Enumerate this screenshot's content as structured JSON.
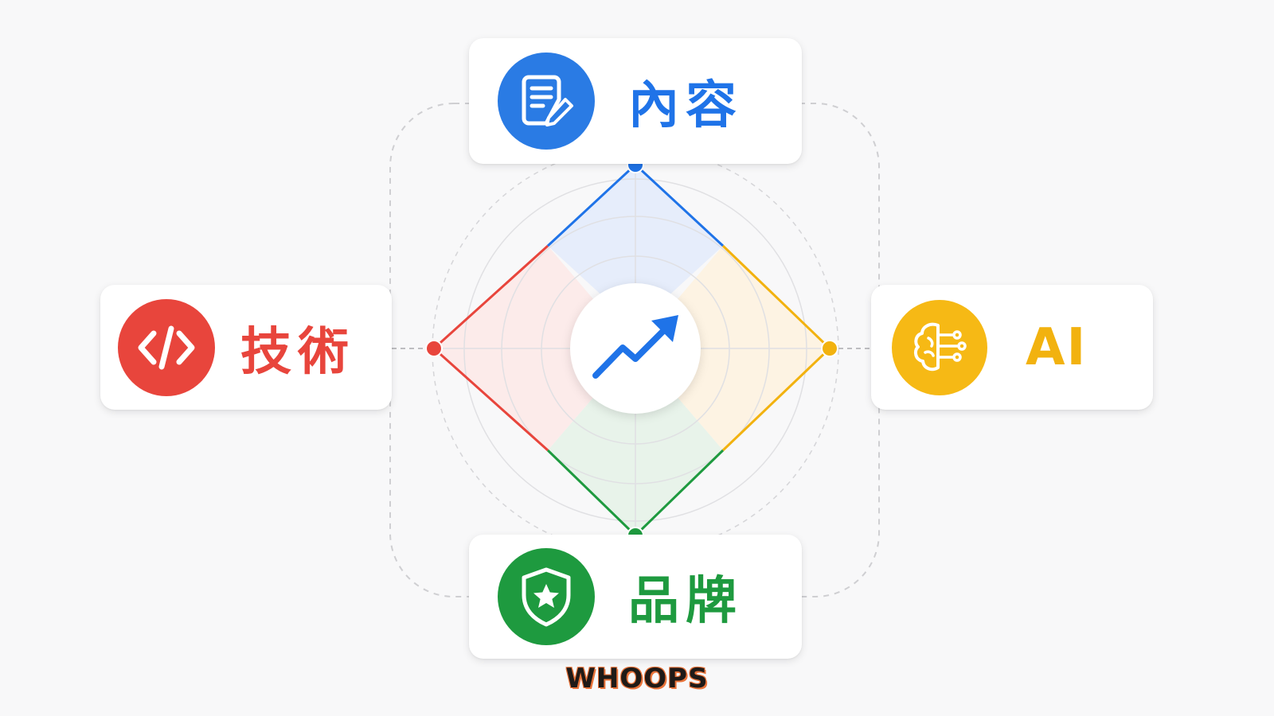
{
  "nodes": {
    "top": {
      "label": "內容",
      "icon": "document-edit-icon",
      "color": "#1f73e8"
    },
    "left": {
      "label": "技術",
      "icon": "code-icon",
      "color": "#e8453c"
    },
    "right": {
      "label": "AI",
      "icon": "brain-circuit-icon",
      "color": "#f2b20f"
    },
    "bottom": {
      "label": "品牌",
      "icon": "shield-star-icon",
      "color": "#1e9a3f"
    }
  },
  "center": {
    "icon": "trending-up-arrow-icon",
    "color": "#1f73e8"
  },
  "watermark": "WHOOPS"
}
